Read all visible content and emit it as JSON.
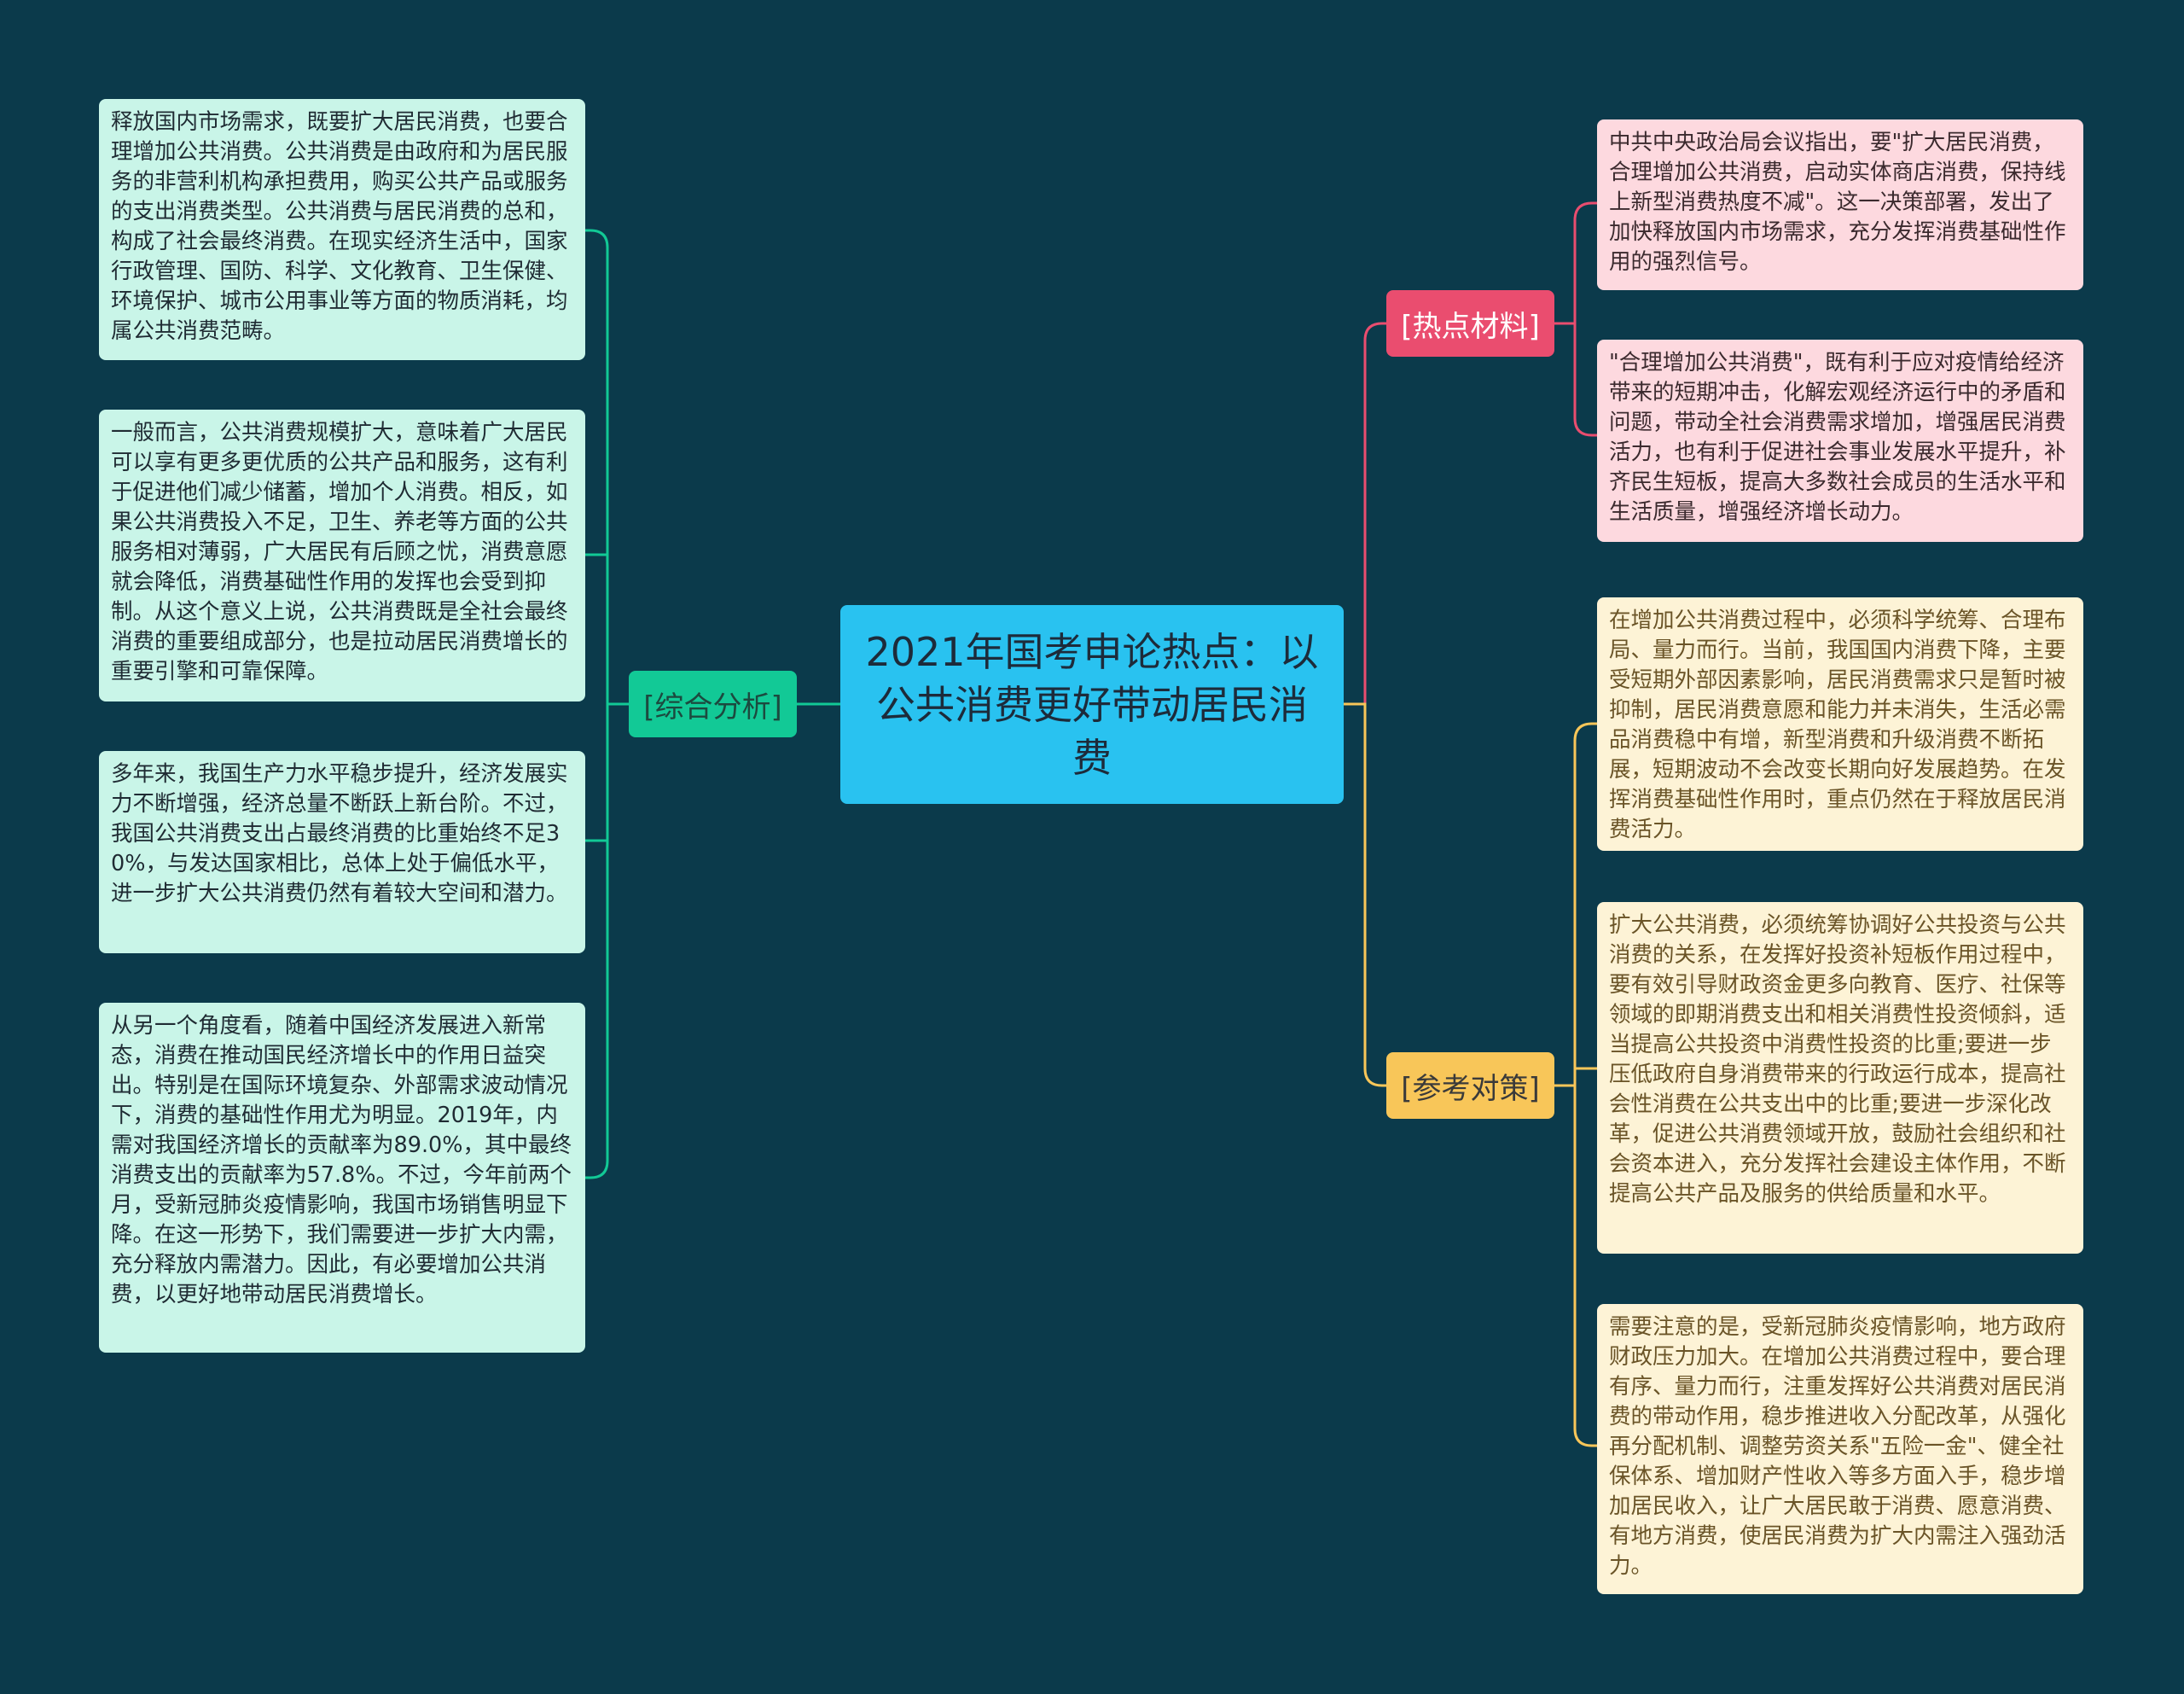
{
  "center": {
    "title": "2021年国考申论热点：以公共消费更好带动居民消费"
  },
  "branches": {
    "left": {
      "label": "[综合分析]",
      "items": [
        "释放国内市场需求，既要扩大居民消费，也要合理增加公共消费。公共消费是由政府和为居民服务的非营利机构承担费用，购买公共产品或服务的支出消费类型。公共消费与居民消费的总和，构成了社会最终消费。在现实经济生活中，国家行政管理、国防、科学、文化教育、卫生保健、环境保护、城市公用事业等方面的物质消耗，均属公共消费范畴。",
        "一般而言，公共消费规模扩大，意味着广大居民可以享有更多更优质的公共产品和服务，这有利于促进他们减少储蓄，增加个人消费。相反，如果公共消费投入不足，卫生、养老等方面的公共服务相对薄弱，广大居民有后顾之忧，消费意愿就会降低，消费基础性作用的发挥也会受到抑制。从这个意义上说，公共消费既是全社会最终消费的重要组成部分，也是拉动居民消费增长的重要引擎和可靠保障。",
        "多年来，我国生产力水平稳步提升，经济发展实力不断增强，经济总量不断跃上新台阶。不过，我国公共消费支出占最终消费的比重始终不足30%，与发达国家相比，总体上处于偏低水平，进一步扩大公共消费仍然有着较大空间和潜力。",
        "从另一个角度看，随着中国经济发展进入新常态，消费在推动国民经济增长中的作用日益突出。特别是在国际环境复杂、外部需求波动情况下，消费的基础性作用尤为明显。2019年，内需对我国经济增长的贡献率为89.0%，其中最终消费支出的贡献率为57.8%。不过，今年前两个月，受新冠肺炎疫情影响，我国市场销售明显下降。在这一形势下，我们需要进一步扩大内需，充分释放内需潜力。因此，有必要增加公共消费，以更好地带动居民消费增长。"
      ]
    },
    "hot": {
      "label": "[热点材料]",
      "items": [
        "中共中央政治局会议指出，要\"扩大居民消费，合理增加公共消费，启动实体商店消费，保持线上新型消费热度不减\"。这一决策部署，发出了加快释放国内市场需求，充分发挥消费基础性作用的强烈信号。",
        "\"合理增加公共消费\"，既有利于应对疫情给经济带来的短期冲击，化解宏观经济运行中的矛盾和问题，带动全社会消费需求增加，增强居民消费活力，也有利于促进社会事业发展水平提升，补齐民生短板，提高大多数社会成员的生活水平和生活质量，增强经济增长动力。"
      ]
    },
    "ref": {
      "label": "[参考对策]",
      "items": [
        "在增加公共消费过程中，必须科学统筹、合理布局、量力而行。当前，我国国内消费下降，主要受短期外部因素影响，居民消费需求只是暂时被抑制，居民消费意愿和能力并未消失，生活必需品消费稳中有增，新型消费和升级消费不断拓展，短期波动不会改变长期向好发展趋势。在发挥消费基础性作用时，重点仍然在于释放居民消费活力。",
        "扩大公共消费，必须统筹协调好公共投资与公共消费的关系，在发挥好投资补短板作用过程中，要有效引导财政资金更多向教育、医疗、社保等领域的即期消费支出和相关消费性投资倾斜，适当提高公共投资中消费性投资的比重;要进一步压低政府自身消费带来的行政运行成本，提高社会性消费在公共支出中的比重;要进一步深化改革，促进公共消费领域开放，鼓励社会组织和社会资本进入，充分发挥社会建设主体作用，不断提高公共产品及服务的供给质量和水平。",
        "需要注意的是，受新冠肺炎疫情影响，地方政府财政压力加大。在增加公共消费过程中，要合理有序、量力而行，注重发挥好公共消费对居民消费的带动作用，稳步推进收入分配改革，从强化再分配机制、调整劳资关系\"五险一金\"、健全社保体系、增加财产性收入等多方面入手，稳步增加居民收入，让广大居民敢于消费、愿意消费、有地方消费，使居民消费为扩大内需注入强劲活力。"
      ]
    }
  },
  "colors": {
    "background": "#0b3a4b",
    "center": "#29c2f0",
    "left_branch": "#12c996",
    "hot_branch": "#ea4d6f",
    "ref_branch": "#f8c659"
  }
}
